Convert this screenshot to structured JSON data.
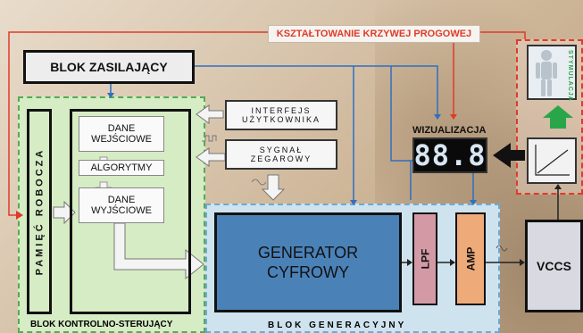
{
  "title": "KSZTAŁTOWANIE KRZYWEJ PROGOWEJ",
  "blocks": {
    "power": "BLOK ZASILAJĄCY",
    "memory": "PAMIĘĆ ROBOCZA",
    "input_data": "DANE WEJŚCIOWE",
    "algorithms": "ALGORYTMY",
    "output_data": "DANE WYJŚCIOWE",
    "control_group": "BLOK KONTROLNO-STERUJĄCY",
    "user_interface": "INTERFEJS UŻYTKOWNIKA",
    "clock_signal": "SYGNAŁ ZEGAROWY",
    "visualization": "WIZUALIZACJA",
    "display_value": "88.8",
    "stimulation": "STYMULACJA",
    "generator": "GENERATOR CYFROWY",
    "lpf": "LPF",
    "amp": "AMP",
    "vccs": "VCCS",
    "generation_group": "BLOK GENERACYJNY"
  },
  "colors": {
    "control_group_fill": "#d6ecc4",
    "control_group_border": "#55aa55",
    "generation_group_fill": "#cfe3ee",
    "generation_group_border": "#6fa8d0",
    "generator_fill": "#4a82b8",
    "lpf_fill": "#d39aa6",
    "amp_fill": "#efaa7a",
    "vccs_fill": "#d9d9e2",
    "red_line": "#e03a2a",
    "blue_line": "#2e6fc0",
    "stim_arrow": "#2aa64a"
  }
}
